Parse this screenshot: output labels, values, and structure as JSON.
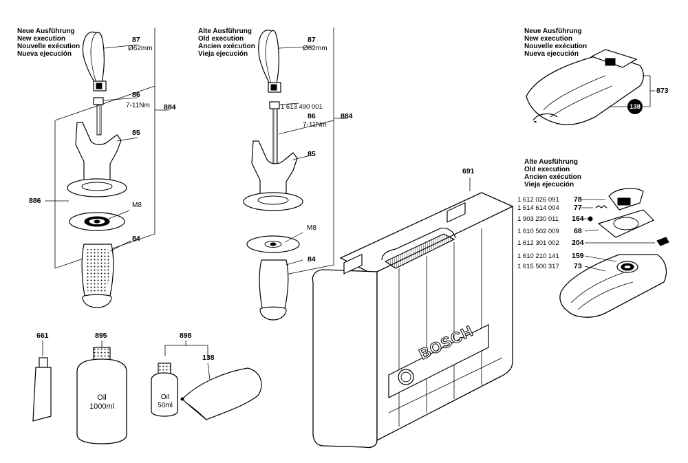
{
  "execution_labels": {
    "new": [
      "Neue Ausführung",
      "New execution",
      "Nouvelle exécution",
      "Nueva ejecución"
    ],
    "old": [
      "Alte Ausführung",
      "Old execution",
      "Ancien exécution",
      "Vieja ejecución"
    ]
  },
  "left_handle": {
    "p87": "87",
    "d62": "Ø62mm",
    "p86": "86",
    "torque": "7-11Nm",
    "p884": "884",
    "p85": "85",
    "p886": "886",
    "m8": "M8",
    "p84": "84"
  },
  "mid_handle": {
    "p87": "87",
    "d62": "Ø62mm",
    "pn_bolt": "1 613 490 001",
    "p86": "86",
    "torque": "7-11Nm",
    "p884": "884",
    "p85": "85",
    "m8": "M8",
    "p84": "84"
  },
  "case": {
    "p691": "691",
    "brand": "BOSCH"
  },
  "bottom_items": {
    "p661": "661",
    "p895": "895",
    "oil_big": [
      "Oil",
      "1000ml"
    ],
    "p898": "898",
    "p138": "138",
    "oil_small": [
      "Oil",
      "50ml"
    ]
  },
  "right_new": {
    "p873": "873",
    "p138": "138"
  },
  "right_old_parts": [
    {
      "pn": "1 612 026 091",
      "no": "78"
    },
    {
      "pn": "1 614 614 004",
      "no": "77"
    },
    {
      "pn": "1 903 230 011",
      "no": "164"
    },
    {
      "pn": "1 610 502 009",
      "no": "68"
    },
    {
      "pn": "1 612 301 002",
      "no": "204"
    },
    {
      "pn": "1 610 210 141",
      "no": "159"
    },
    {
      "pn": "1 615 500 317",
      "no": "73"
    }
  ]
}
